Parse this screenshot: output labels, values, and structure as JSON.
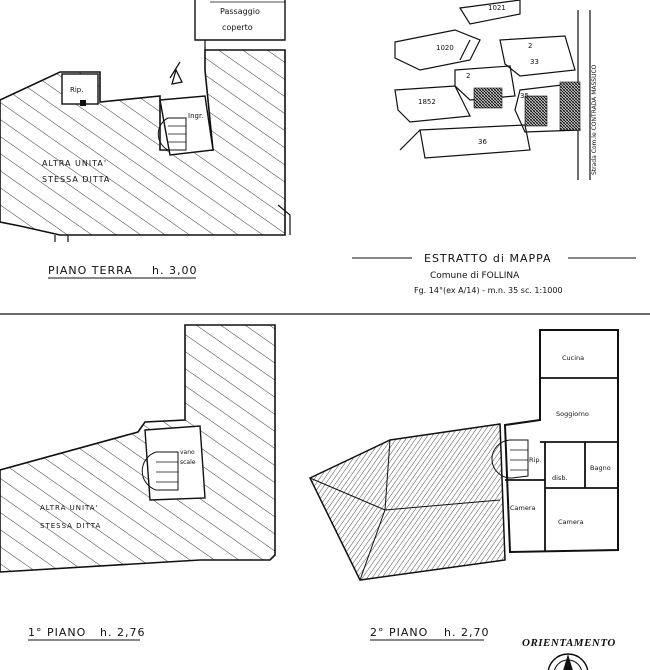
{
  "colors": {
    "ink": "#111111",
    "paper": "#ffffff",
    "hatch": "#222222"
  },
  "plans": {
    "ground": {
      "title": "PIANO  TERRA",
      "height": "h. 3,00",
      "labels": {
        "passage_1": "Passaggio",
        "passage_2": "coperto",
        "storage": "Rip.",
        "entrance": "Ingr.",
        "other_unit_1": "ALTRA  UNITA'",
        "other_unit_2": "STESSA  DITTA"
      }
    },
    "first": {
      "title": "1° PIANO",
      "height": "h. 2,76",
      "labels": {
        "stair_1": "vano",
        "stair_2": "scale",
        "other_unit_1": "ALTRA  UNITA'",
        "other_unit_2": "STESSA  DITTA"
      }
    },
    "second": {
      "title": "2° PIANO",
      "height": "h. 2,70",
      "labels": {
        "kitchen": "Cucina",
        "living": "Soggiorno",
        "storage": "Rip.",
        "hall": "disb.",
        "bath": "Bagno",
        "room_left": "Camera",
        "room_right": "Camera"
      }
    }
  },
  "map_extract": {
    "title": "ESTRATTO  di  MAPPA",
    "municipality": "Comune  di  FOLLINA",
    "reference": "Fg. 14°(ex A/14) - m.n. 35   sc. 1:1000",
    "parcels": [
      "1021",
      "1020",
      "2",
      "33",
      "2",
      "35",
      "1852",
      "36"
    ],
    "street": "Strada Com.le CONTRADA MASSUCO"
  },
  "orientation": {
    "label": "ORIENTAMENTO"
  }
}
